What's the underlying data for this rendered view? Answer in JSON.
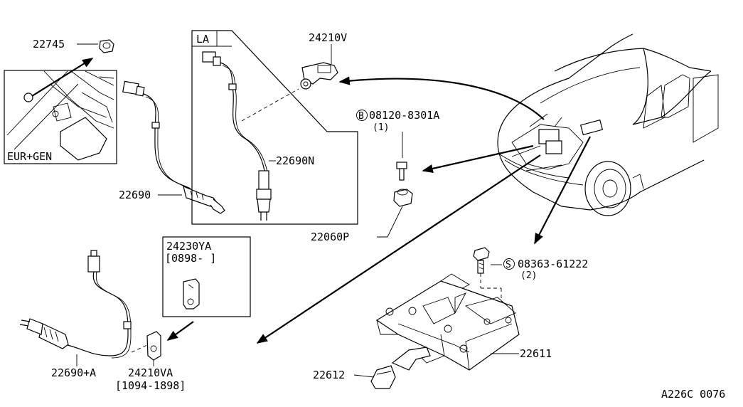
{
  "diagram": {
    "drawing_code": "A226C 0076",
    "inset_eur_gen": {
      "label": "EUR+GEN"
    },
    "inset_la": {
      "label": "LA"
    },
    "inset_24230ya": {
      "part_number": "24230YA",
      "range": "[0898-      ]"
    },
    "parts": {
      "p22745": "22745",
      "p24210v": "24210V",
      "p08120": "08120-8301A",
      "p08120_qty": "(1)",
      "p08120_symbol": "B",
      "p22690n": "22690N",
      "p22690": "22690",
      "p22060p": "22060P",
      "p08363": "08363-61222",
      "p08363_qty": "(2)",
      "p08363_symbol": "S",
      "p22611": "22611",
      "p22612": "22612",
      "p22690a": "22690+A",
      "p24210va": "24210VA",
      "p24210va_range": "[1094-1898]"
    }
  }
}
